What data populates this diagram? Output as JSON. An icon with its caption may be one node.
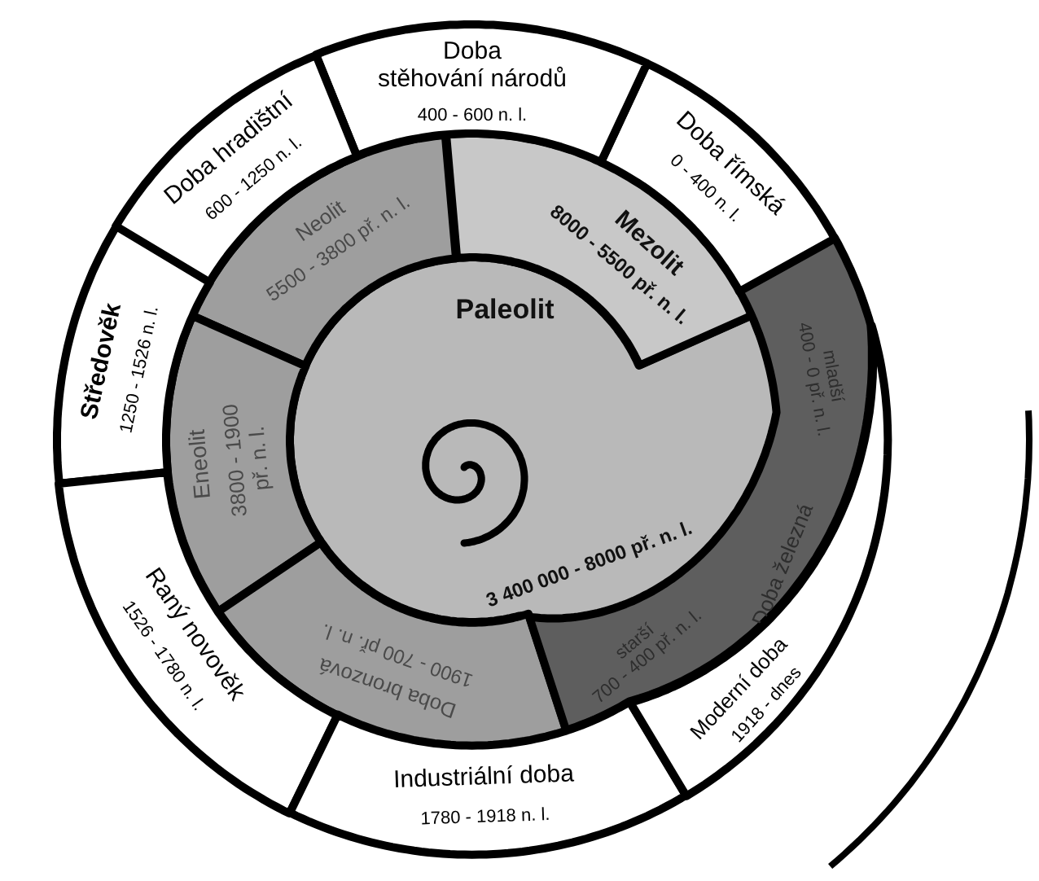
{
  "diagram": {
    "nodes": [
      {
        "text": [
          "Paleolit",
          "3 400 000 - 8000 př. n. l."
        ]
      },
      {
        "text": [
          "Mezolit",
          "8000 - 5500 př. n. l."
        ]
      },
      {
        "text": [
          "Neolit",
          "5500 - 3800 př. n. l."
        ]
      },
      {
        "text": [
          "Eneolit",
          "3800 - 1900 př. n. l."
        ]
      },
      {
        "text": [
          "Doba bronzová",
          "1900 - 700 př. n. l."
        ]
      },
      {
        "text": [
          "Doba železná",
          "mladší 400 - 0 př. n. l.",
          "starší 700 - 400 př. n. l."
        ]
      },
      {
        "text": [
          "Doba římská",
          "0 - 400 n. l."
        ]
      },
      {
        "text": [
          "Doba stěhování národů",
          "400 - 600 n. l."
        ]
      },
      {
        "text": [
          "Doba hradištní",
          "600 - 1250 n. l."
        ]
      },
      {
        "text": [
          "Středověk",
          "1250 - 1526 n. l."
        ]
      },
      {
        "text": [
          "Raný novověk",
          "1526 - 1780 n. l."
        ]
      },
      {
        "text": [
          "Industriální doba",
          "1780 - 1918 n. l."
        ]
      },
      {
        "text": [
          "Moderní doba",
          "1918 - dnes"
        ]
      }
    ]
  }
}
